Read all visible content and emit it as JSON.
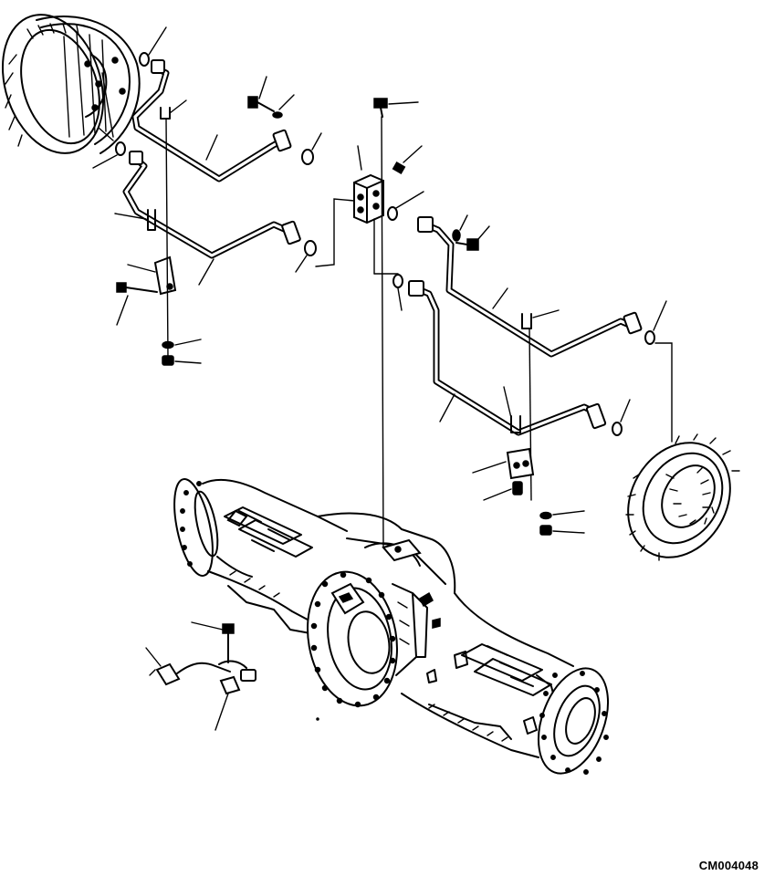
{
  "figure": {
    "drawing_code": "CM004048"
  },
  "parts": [
    {
      "name": "left-brake-assembly"
    },
    {
      "name": "right-brake-assembly"
    },
    {
      "name": "axle-housing"
    },
    {
      "name": "brake-tube-left-upper"
    },
    {
      "name": "brake-tube-left-lower"
    },
    {
      "name": "brake-tube-right-upper"
    },
    {
      "name": "brake-tube-right-lower"
    },
    {
      "name": "junction-block"
    },
    {
      "name": "sensor-cable"
    }
  ]
}
